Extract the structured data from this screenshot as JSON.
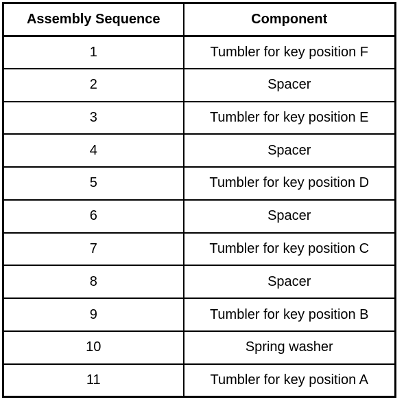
{
  "table": {
    "name": "assembly-sequence-table",
    "columns": [
      {
        "key": "sequence",
        "header": "Assembly Sequence"
      },
      {
        "key": "component",
        "header": "Component"
      }
    ],
    "rows": [
      {
        "sequence": "1",
        "component": "Tumbler for key position F"
      },
      {
        "sequence": "2",
        "component": "Spacer"
      },
      {
        "sequence": "3",
        "component": "Tumbler for key position E"
      },
      {
        "sequence": "4",
        "component": "Spacer"
      },
      {
        "sequence": "5",
        "component": "Tumbler for key position D"
      },
      {
        "sequence": "6",
        "component": "Spacer"
      },
      {
        "sequence": "7",
        "component": "Tumbler for key position C"
      },
      {
        "sequence": "8",
        "component": "Spacer"
      },
      {
        "sequence": "9",
        "component": "Tumbler for key position B"
      },
      {
        "sequence": "10",
        "component": "Spring washer"
      },
      {
        "sequence": "11",
        "component": "Tumbler for key position A"
      }
    ]
  },
  "style": {
    "text_color": "#000000",
    "rule_color": "#000000",
    "background": "#ffffff"
  }
}
